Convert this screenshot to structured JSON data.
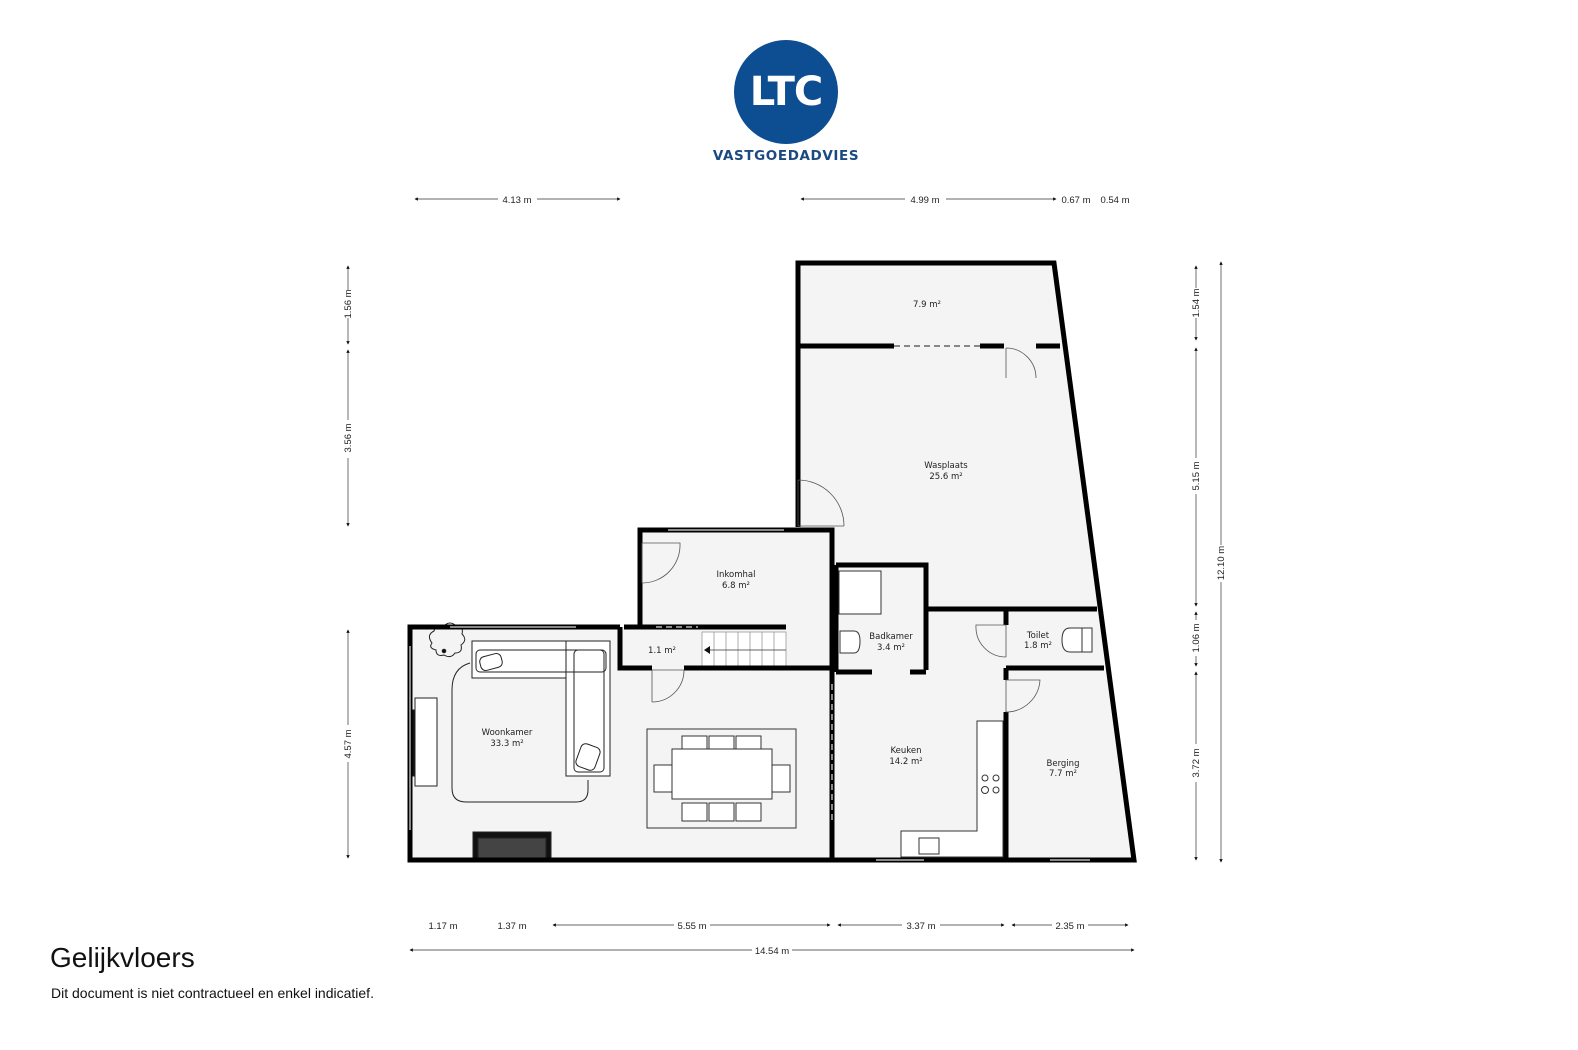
{
  "brand": {
    "logo_text": "LTC",
    "tagline": "VASTGOEDADVIES",
    "logo_color": "#0d4d92",
    "tagline_color": "#1b4a80"
  },
  "floor": {
    "title": "Gelijkvloers",
    "disclaimer": "Dit document is niet contractueel en enkel indicatief."
  },
  "rooms": [
    {
      "name": "",
      "area": "7.9 m²"
    },
    {
      "name": "Wasplaats",
      "area": "25.6 m²"
    },
    {
      "name": "Inkomhal",
      "area": "6.8 m²"
    },
    {
      "name": "",
      "area": "1.1 m²"
    },
    {
      "name": "Badkamer",
      "area": "3.4 m²"
    },
    {
      "name": "Toilet",
      "area": "1.8 m²"
    },
    {
      "name": "Woonkamer",
      "area": "33.3 m²"
    },
    {
      "name": "Keuken",
      "area": "14.2 m²"
    },
    {
      "name": "Berging",
      "area": "7.7 m²"
    }
  ],
  "dimensions": {
    "top": [
      "4.13 m",
      "4.99 m",
      "0.67 m",
      "0.54 m"
    ],
    "left": [
      "1.56 m",
      "3.56 m",
      "4.57 m"
    ],
    "right": [
      "1.54 m",
      "5.15 m",
      "1.06 m",
      "3.72 m"
    ],
    "right_total": "12.10 m",
    "bottom": [
      "1.17 m",
      "1.37 m",
      "5.55 m",
      "3.37 m",
      "2.35 m"
    ],
    "bottom_total": "14.54 m"
  },
  "colors": {
    "wall": "#000000",
    "floor_fill": "#f4f4f4",
    "fireplace": "#444444"
  }
}
